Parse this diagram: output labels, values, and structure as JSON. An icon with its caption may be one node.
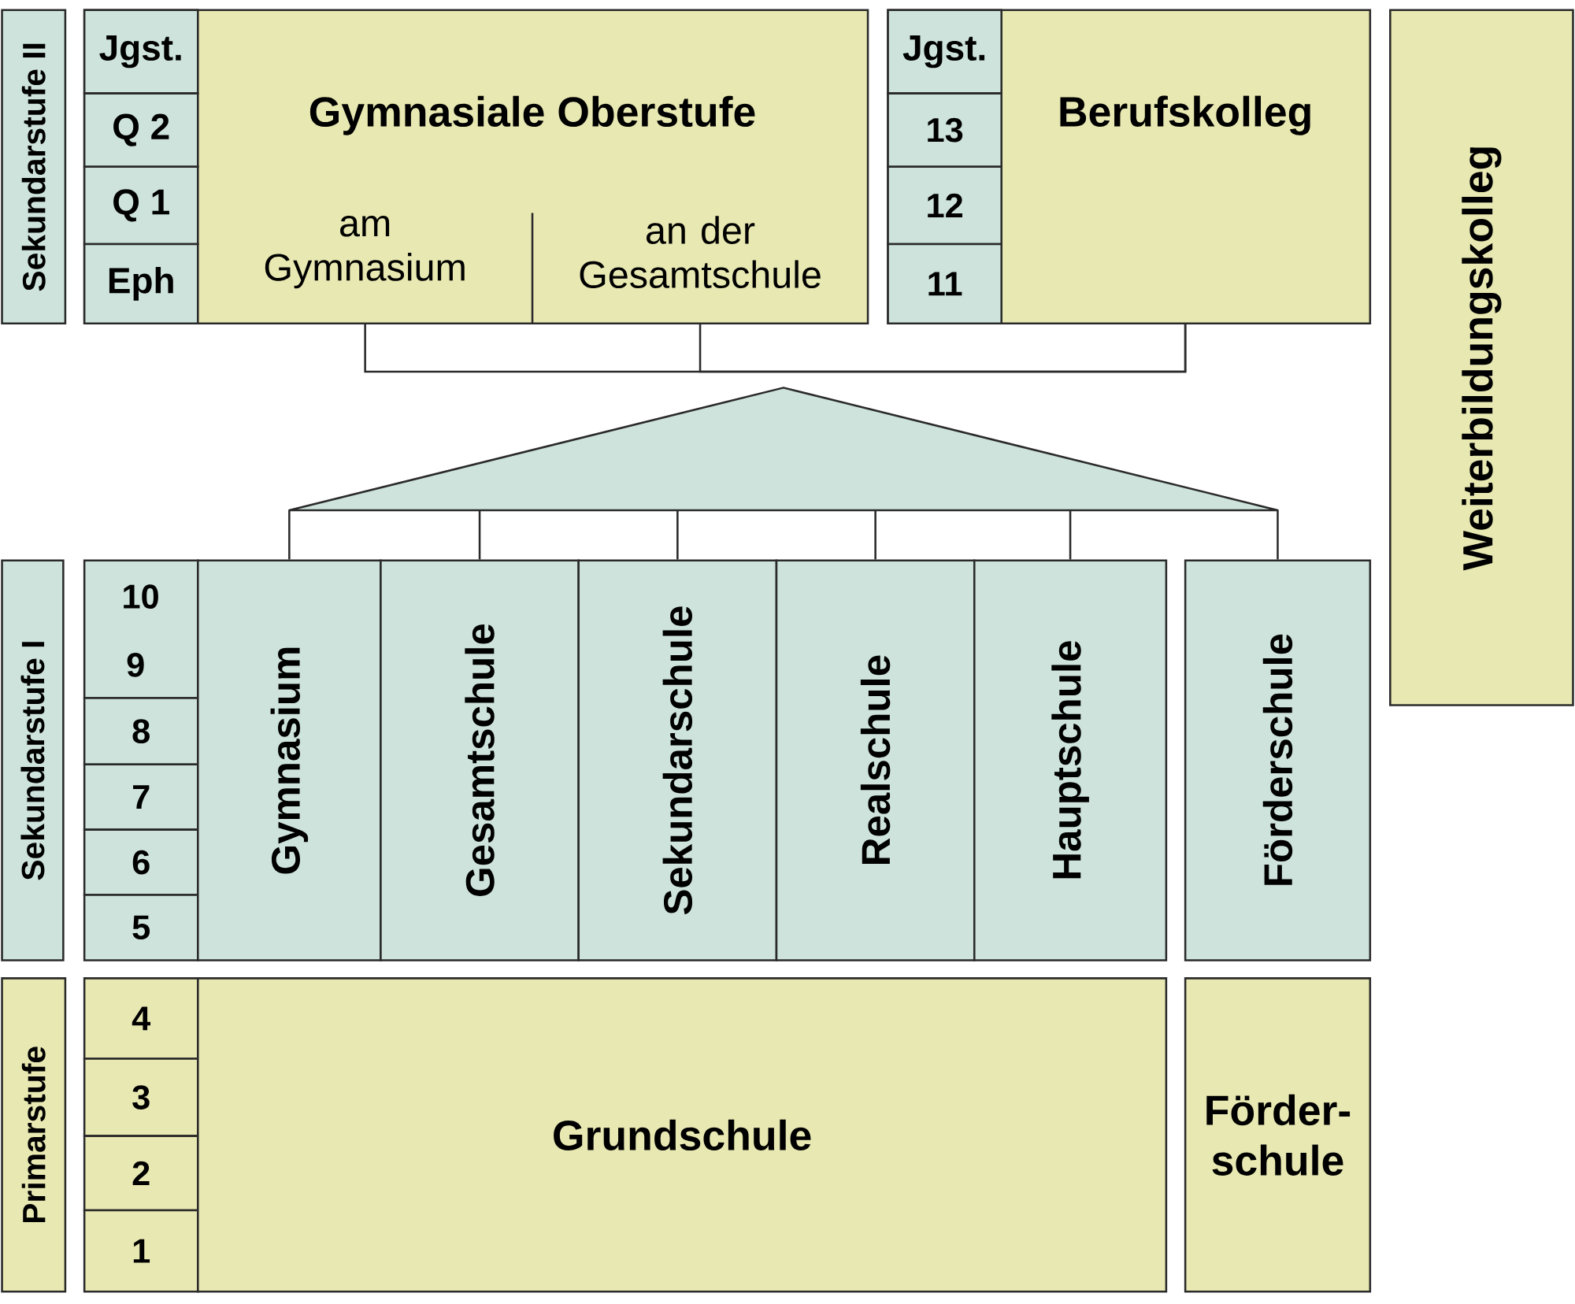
{
  "diagram": {
    "nodes": [
      {
        "text": [
          "Sekundarstufe II"
        ]
      },
      {
        "text": [
          "Gymnasiale Oberstufe"
        ]
      },
      {
        "text": [
          "Jgst."
        ],
        "in": 1
      },
      {
        "text": [
          "Q 2"
        ],
        "in": 1
      },
      {
        "text": [
          "Q 1"
        ],
        "in": 1
      },
      {
        "text": [
          "Eph"
        ],
        "in": 1
      },
      {
        "text": [
          "am Gymnasium"
        ],
        "in": 1
      },
      {
        "text": [
          "an der Gesamtschule"
        ],
        "in": 1
      },
      {
        "text": [
          "Berufskolleg"
        ]
      },
      {
        "text": [
          "Jgst."
        ],
        "in": 8
      },
      {
        "text": [
          "13"
        ],
        "in": 8
      },
      {
        "text": [
          "12"
        ],
        "in": 8
      },
      {
        "text": [
          "11"
        ],
        "in": 8
      },
      {
        "text": [
          "Weiterbildungskolleg"
        ]
      },
      {
        "text": [],
        "shape": "triangle"
      },
      {
        "text": [
          "Sekundarstufe I"
        ]
      },
      {
        "text": [
          "10",
          "9"
        ]
      },
      {
        "text": [
          "8"
        ]
      },
      {
        "text": [
          "7"
        ]
      },
      {
        "text": [
          "6"
        ]
      },
      {
        "text": [
          "5"
        ]
      },
      {
        "text": [
          "Gymnasium"
        ]
      },
      {
        "text": [
          "Gesamtschule"
        ]
      },
      {
        "text": [
          "Sekundarschule"
        ]
      },
      {
        "text": [
          "Realschule"
        ]
      },
      {
        "text": [
          "Hauptschule"
        ]
      },
      {
        "text": [
          "Förderschule"
        ]
      },
      {
        "text": [
          "Primarstufe"
        ]
      },
      {
        "text": [
          "4"
        ]
      },
      {
        "text": [
          "3"
        ]
      },
      {
        "text": [
          "2"
        ]
      },
      {
        "text": [
          "1"
        ]
      },
      {
        "text": [
          "Grundschule"
        ]
      },
      {
        "text": [
          "Förder- schule"
        ]
      }
    ],
    "edges": [
      {
        "from": 6,
        "to": 8,
        "arrow": "none"
      },
      {
        "from": 7,
        "to": 8,
        "arrow": "none"
      },
      {
        "from": 21,
        "to": 14,
        "arrow": "none"
      },
      {
        "from": 22,
        "to": 14,
        "arrow": "none"
      },
      {
        "from": 23,
        "to": 14,
        "arrow": "none"
      },
      {
        "from": 24,
        "to": 14,
        "arrow": "none"
      },
      {
        "from": 25,
        "to": 14,
        "arrow": "none"
      },
      {
        "from": 26,
        "to": 14,
        "arrow": "none"
      }
    ]
  }
}
